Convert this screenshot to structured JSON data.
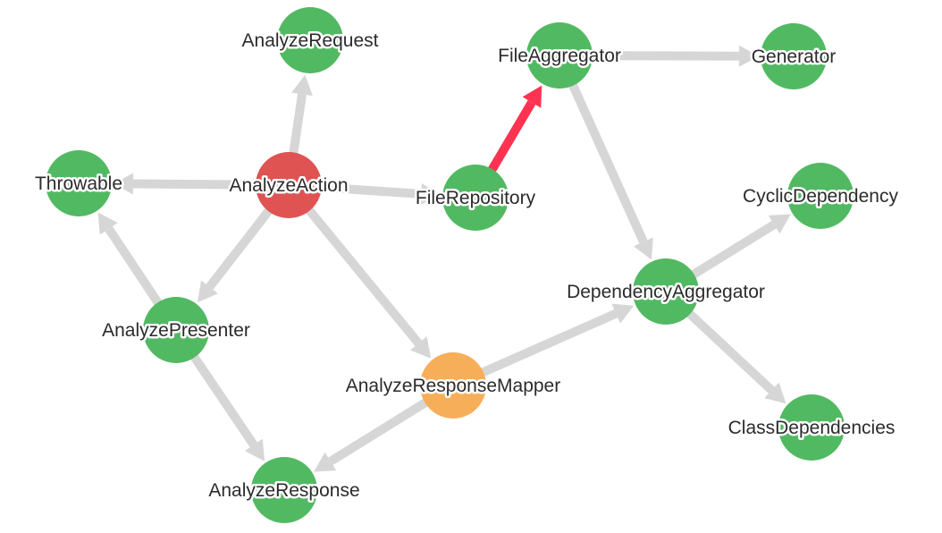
{
  "graph": {
    "title": "Dependency graph",
    "colors": {
      "default_node": "#52b963",
      "root_node": "#e05353",
      "warning_node": "#f7ae59",
      "edge": "#d6d6d6",
      "highlight_edge": "#ff3351",
      "label": "#2b2b2b"
    },
    "nodes": [
      {
        "id": "AnalyzeRequest",
        "label": "AnalyzeRequest",
        "status": "default"
      },
      {
        "id": "AnalyzeAction",
        "label": "AnalyzeAction",
        "status": "root"
      },
      {
        "id": "Throwable",
        "label": "Throwable",
        "status": "default"
      },
      {
        "id": "FileRepository",
        "label": "FileRepository",
        "status": "default"
      },
      {
        "id": "FileAggregator",
        "label": "FileAggregator",
        "status": "default"
      },
      {
        "id": "Generator",
        "label": "Generator",
        "status": "default"
      },
      {
        "id": "CyclicDependency",
        "label": "CyclicDependency",
        "status": "default"
      },
      {
        "id": "DependencyAggregator",
        "label": "DependencyAggregator",
        "status": "default"
      },
      {
        "id": "ClassDependencies",
        "label": "ClassDependencies",
        "status": "default"
      },
      {
        "id": "AnalyzePresenter",
        "label": "AnalyzePresenter",
        "status": "default"
      },
      {
        "id": "AnalyzeResponseMapper",
        "label": "AnalyzeResponseMapper",
        "status": "warning"
      },
      {
        "id": "AnalyzeResponse",
        "label": "AnalyzeResponse",
        "status": "default"
      }
    ],
    "edges": [
      {
        "from": "AnalyzeAction",
        "to": "AnalyzeRequest",
        "highlight": false
      },
      {
        "from": "AnalyzeAction",
        "to": "Throwable",
        "highlight": false
      },
      {
        "from": "AnalyzeAction",
        "to": "FileRepository",
        "highlight": false
      },
      {
        "from": "AnalyzeAction",
        "to": "AnalyzePresenter",
        "highlight": false
      },
      {
        "from": "AnalyzeAction",
        "to": "AnalyzeResponseMapper",
        "highlight": false
      },
      {
        "from": "FileRepository",
        "to": "FileAggregator",
        "highlight": true
      },
      {
        "from": "FileAggregator",
        "to": "Generator",
        "highlight": false
      },
      {
        "from": "FileAggregator",
        "to": "DependencyAggregator",
        "highlight": false
      },
      {
        "from": "DependencyAggregator",
        "to": "CyclicDependency",
        "highlight": false
      },
      {
        "from": "DependencyAggregator",
        "to": "ClassDependencies",
        "highlight": false
      },
      {
        "from": "AnalyzeResponseMapper",
        "to": "DependencyAggregator",
        "highlight": false
      },
      {
        "from": "AnalyzeResponseMapper",
        "to": "AnalyzeResponse",
        "highlight": false
      },
      {
        "from": "AnalyzePresenter",
        "to": "Throwable",
        "highlight": false
      },
      {
        "from": "AnalyzePresenter",
        "to": "AnalyzeResponse",
        "highlight": false
      }
    ]
  }
}
